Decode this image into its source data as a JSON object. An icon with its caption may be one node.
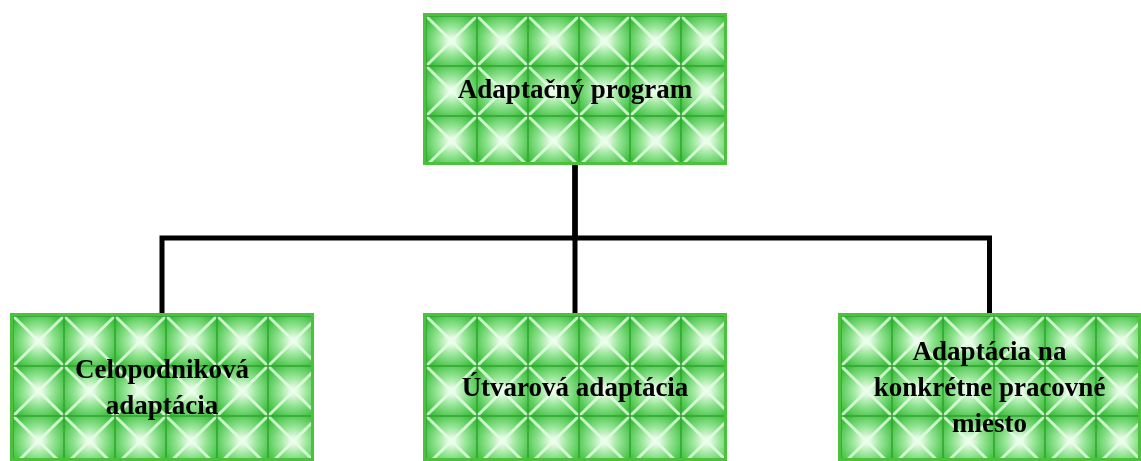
{
  "diagram": {
    "nodes": [
      {
        "text": [
          "Adaptačný program"
        ]
      },
      {
        "text": [
          "Celopodniková adaptácia"
        ]
      },
      {
        "text": [
          "Útvarová adaptácia"
        ]
      },
      {
        "text": [
          "Adaptácia na konkrétne pracovné miesto"
        ]
      }
    ],
    "edges": [
      {
        "from": 0,
        "to": 1,
        "arrow": "none"
      },
      {
        "from": 0,
        "to": 2,
        "arrow": "none"
      },
      {
        "from": 0,
        "to": 3,
        "arrow": "none"
      }
    ]
  }
}
